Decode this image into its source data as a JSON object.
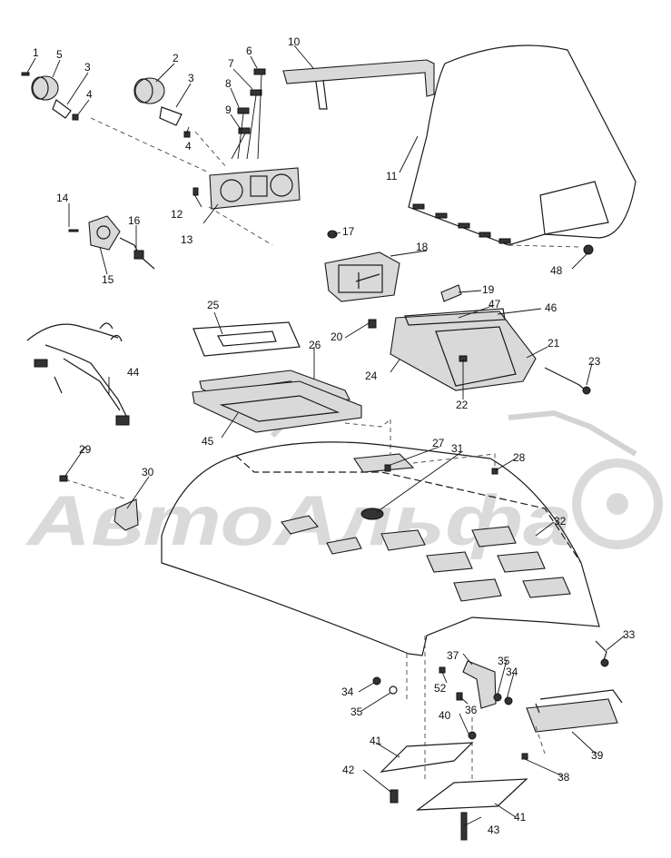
{
  "watermark": {
    "text": "АвтоАльфа",
    "color": "#d6d6d6"
  },
  "labels": [
    {
      "id": "l1",
      "text": "1"
    },
    {
      "id": "l5",
      "text": "5"
    },
    {
      "id": "l3a",
      "text": "3"
    },
    {
      "id": "l4a",
      "text": "4"
    },
    {
      "id": "l2",
      "text": "2"
    },
    {
      "id": "l3b",
      "text": "3"
    },
    {
      "id": "l4b",
      "text": "4"
    },
    {
      "id": "l6",
      "text": "6"
    },
    {
      "id": "l7",
      "text": "7"
    },
    {
      "id": "l8",
      "text": "8"
    },
    {
      "id": "l9",
      "text": "9"
    },
    {
      "id": "l10",
      "text": "10"
    },
    {
      "id": "l11",
      "text": "11"
    },
    {
      "id": "l12",
      "text": "12"
    },
    {
      "id": "l13",
      "text": "13"
    },
    {
      "id": "l14",
      "text": "14"
    },
    {
      "id": "l15",
      "text": "15"
    },
    {
      "id": "l16",
      "text": "16"
    },
    {
      "id": "l17",
      "text": "17"
    },
    {
      "id": "l18",
      "text": "18"
    },
    {
      "id": "l19",
      "text": "19"
    },
    {
      "id": "l20",
      "text": "20"
    },
    {
      "id": "l21",
      "text": "21"
    },
    {
      "id": "l22",
      "text": "22"
    },
    {
      "id": "l23",
      "text": "23"
    },
    {
      "id": "l24",
      "text": "24"
    },
    {
      "id": "l25",
      "text": "25"
    },
    {
      "id": "l26",
      "text": "26"
    },
    {
      "id": "l27",
      "text": "27"
    },
    {
      "id": "l28",
      "text": "28"
    },
    {
      "id": "l29",
      "text": "29"
    },
    {
      "id": "l30",
      "text": "30"
    },
    {
      "id": "l31",
      "text": "31"
    },
    {
      "id": "l32",
      "text": "32"
    },
    {
      "id": "l33",
      "text": "33"
    },
    {
      "id": "l34a",
      "text": "34"
    },
    {
      "id": "l34b",
      "text": "34"
    },
    {
      "id": "l35a",
      "text": "35"
    },
    {
      "id": "l35b",
      "text": "35"
    },
    {
      "id": "l36",
      "text": "36"
    },
    {
      "id": "l37",
      "text": "37"
    },
    {
      "id": "l38",
      "text": "38"
    },
    {
      "id": "l39",
      "text": "39"
    },
    {
      "id": "l40",
      "text": "40"
    },
    {
      "id": "l41a",
      "text": "41"
    },
    {
      "id": "l41b",
      "text": "41"
    },
    {
      "id": "l42",
      "text": "42"
    },
    {
      "id": "l43",
      "text": "43"
    },
    {
      "id": "l44",
      "text": "44"
    },
    {
      "id": "l45",
      "text": "45"
    },
    {
      "id": "l46",
      "text": "46"
    },
    {
      "id": "l47",
      "text": "47"
    },
    {
      "id": "l48",
      "text": "48"
    },
    {
      "id": "l52",
      "text": "52"
    }
  ],
  "icons": [
    "gauge-icon",
    "tachometer-icon",
    "headlight-icon",
    "windshield-icon",
    "hood-icon",
    "wiring-harness-icon"
  ]
}
